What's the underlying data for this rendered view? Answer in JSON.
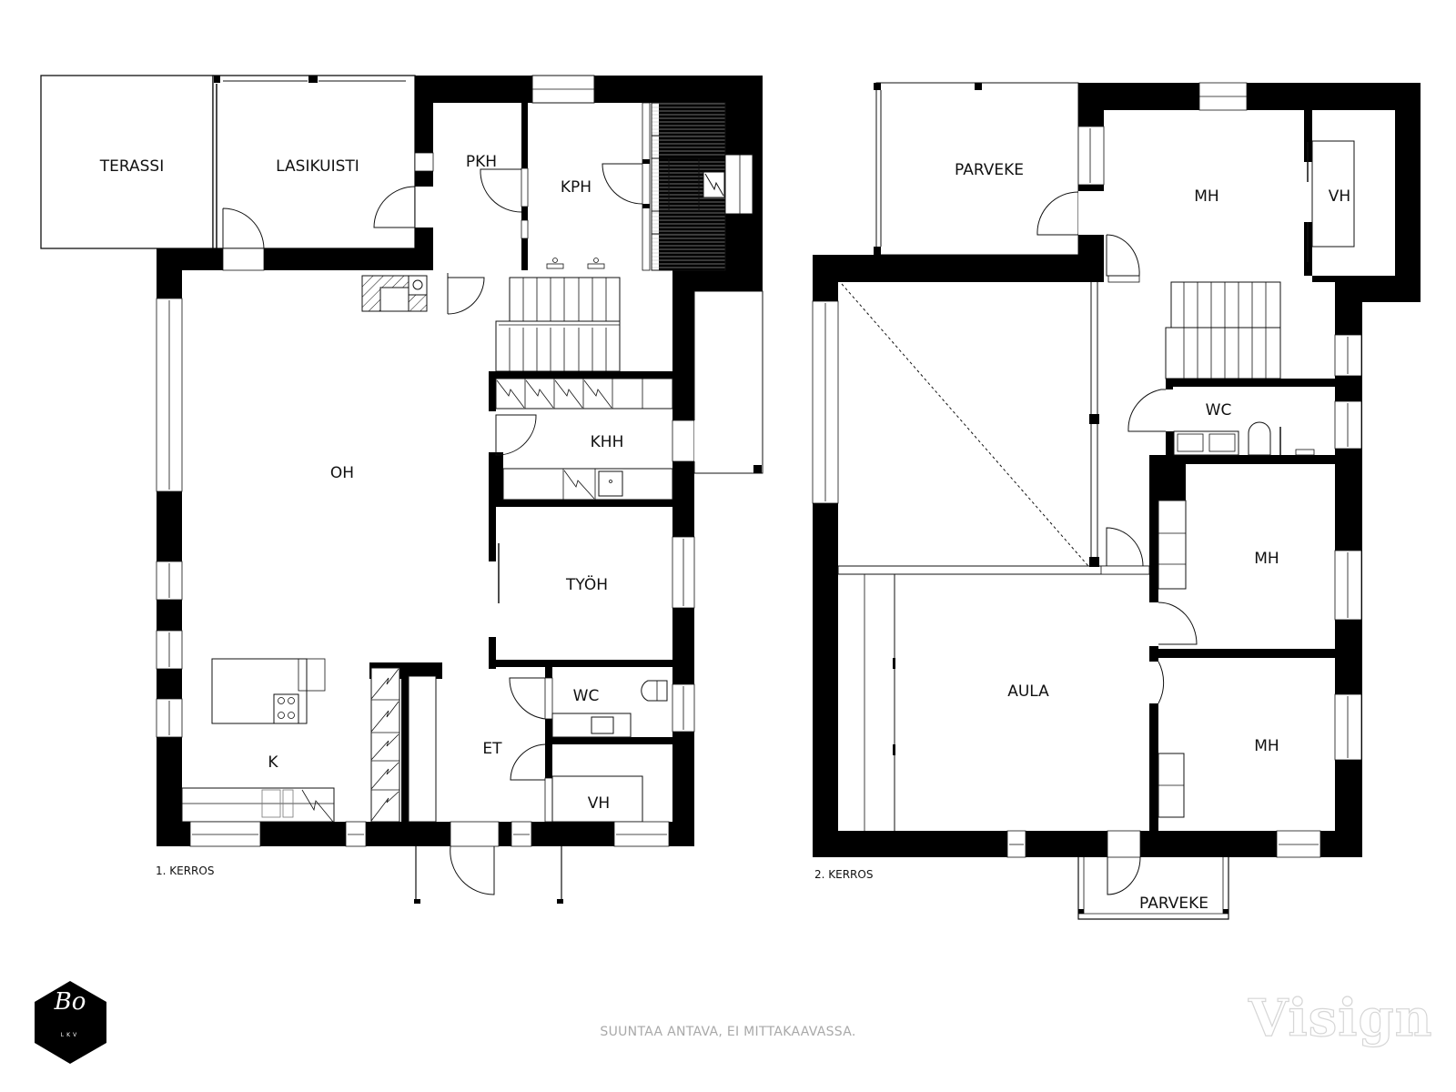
{
  "floor1": {
    "label": "1. KERROS",
    "rooms": {
      "terassi": "TERASSI",
      "lasikuisti": "LASIKUISTI",
      "pkh": "PKH",
      "kph": "KPH",
      "oh": "OH",
      "khh": "KHH",
      "tyoh": "TYÖH",
      "k": "K",
      "et": "ET",
      "wc": "WC",
      "vh": "VH"
    }
  },
  "floor2": {
    "label": "2. KERROS",
    "rooms": {
      "parveke_top": "PARVEKE",
      "mh_top": "MH",
      "vh": "VH",
      "wc": "WC",
      "mh_mid": "MH",
      "aula": "AULA",
      "mh_bottom": "MH",
      "parveke_bottom": "PARVEKE"
    }
  },
  "footer": {
    "disclaimer": "SUUNTAA ANTAVA, EI MITTAKAAVASSA.",
    "logo_main": "Bo",
    "logo_sub": "LKV",
    "watermark": "Visign"
  },
  "colors": {
    "wall": "#000000",
    "line": "#222222",
    "disclaimer_text": "#a9a9a9"
  }
}
